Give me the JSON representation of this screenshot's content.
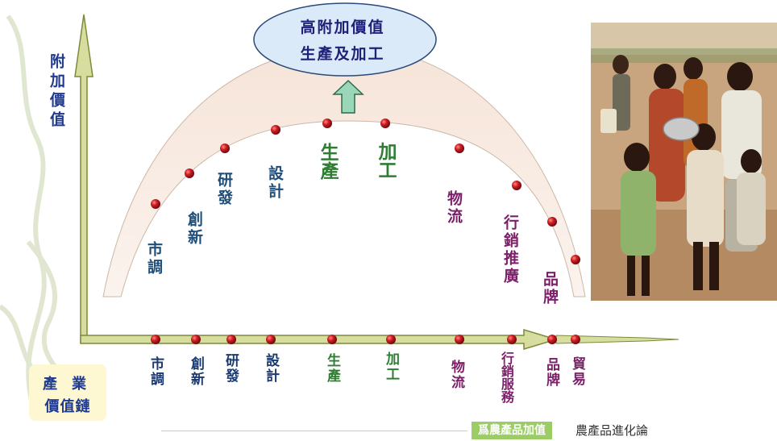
{
  "title": {
    "line1": "高附加價值",
    "line2": "生產及加工"
  },
  "y_axis_label": "附加價值",
  "chain_box": {
    "line1": "產業",
    "line2": "價值鏈"
  },
  "curve_labels": [
    "市調",
    "創新",
    "研發",
    "設計",
    "生產",
    "加工",
    "物流",
    "行銷推廣",
    "品牌"
  ],
  "axis_labels": [
    "市調",
    "創新",
    "研發",
    "設計",
    "生產",
    "加工",
    "物流",
    "行銷服務",
    "品牌",
    "貿易"
  ],
  "footer": {
    "badge": "爲農產品加值",
    "title": "農產品進化論"
  },
  "colors": {
    "label_blue": "#1f4e79",
    "label_green": "#2e7d32",
    "label_purple": "#7b1f68",
    "arch_fill": "#f8ece4",
    "axis_fill": "#d6dd9e",
    "axis_stroke": "#7e8a3a",
    "dot_red": "#c0121c",
    "ellipse_fill": "#dbeaf8",
    "ellipse_stroke": "#2b4a7a",
    "up_arrow": "#9ad6b8"
  },
  "icons": {
    "up_arrow": "up-arrow-icon",
    "photo": "children-photo"
  }
}
